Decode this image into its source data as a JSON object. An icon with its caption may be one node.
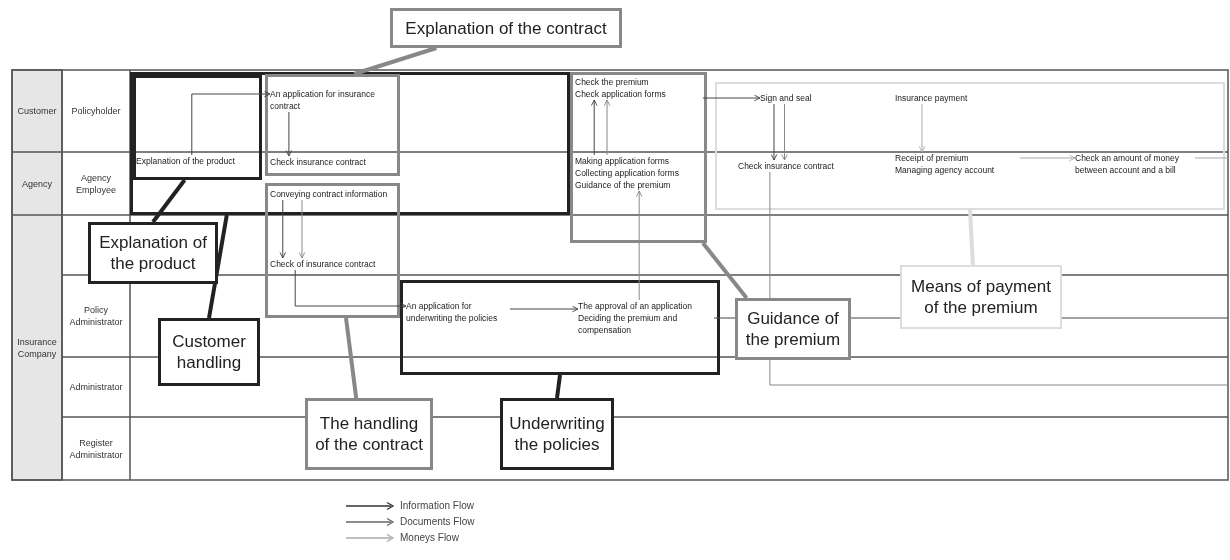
{
  "diagram": {
    "nodes": [
      {
        "text": [
          "Explanation of the contract"
        ]
      },
      {
        "text": [],
        "shape": "box"
      },
      {
        "text": [],
        "shape": "box",
        "in": 1
      },
      {
        "text": [
          "Explanation of the product"
        ],
        "in": 2
      },
      {
        "text": [],
        "shape": "box",
        "in": 1
      },
      {
        "text": [
          "An application for insurance contract"
        ],
        "in": 4
      },
      {
        "text": [
          "Check insurance contract"
        ],
        "in": 4
      },
      {
        "text": [],
        "shape": "box"
      },
      {
        "text": [
          "Conveying contract information"
        ]
      },
      {
        "text": [
          "Check of insurance contract"
        ],
        "in": 7
      },
      {
        "text": [],
        "shape": "box"
      },
      {
        "text": [
          "Check the premium",
          "Check application forms"
        ],
        "in": 10
      },
      {
        "text": [
          "Making application forms",
          "Collecting application forms",
          "Guidance of the premium"
        ],
        "in": 10
      },
      {
        "text": [],
        "shape": "box"
      },
      {
        "text": [
          "Sign and seal"
        ],
        "in": 13
      },
      {
        "text": [
          "Check insurance contract"
        ],
        "in": 13
      },
      {
        "text": [
          "Insurance payment"
        ],
        "in": 13
      },
      {
        "text": [
          "Receipt of premium",
          "Managing agency account"
        ],
        "in": 13
      },
      {
        "text": [
          "Check an amount of money between account and a bill"
        ],
        "in": 13
      },
      {
        "text": [],
        "shape": "box"
      },
      {
        "text": [
          "An application for underwriting the policies"
        ],
        "in": 19
      },
      {
        "text": [
          "The approval of an application",
          "Deciding the premium and compensation"
        ],
        "in": 19
      },
      {
        "text": [
          "Explanation of the product"
        ]
      },
      {
        "text": [
          "Means of payment of the premium"
        ]
      },
      {
        "text": [
          "Customer handling"
        ]
      },
      {
        "text": [
          "Guidance of the premium"
        ]
      },
      {
        "text": [
          "The handling of the contract"
        ]
      },
      {
        "text": [
          "Underwriting the policies"
        ]
      }
    ],
    "edges": [
      {
        "from": 0,
        "to": 4,
        "arrow": "none",
        "style": "thick",
        "color": "#888888"
      },
      {
        "from": 22,
        "to": 2,
        "arrow": "none",
        "style": "thick",
        "color": "#222222"
      },
      {
        "from": 24,
        "to": 1,
        "arrow": "none",
        "style": "thick",
        "color": "#222222"
      },
      {
        "from": 23,
        "to": 13,
        "arrow": "none",
        "style": "thick",
        "color": "#dddddd"
      },
      {
        "from": 25,
        "to": 10,
        "arrow": "none",
        "style": "thick",
        "color": "#888888"
      },
      {
        "from": 26,
        "to": 7,
        "arrow": "none",
        "style": "thick",
        "color": "#888888"
      },
      {
        "from": 27,
        "to": 19,
        "arrow": "none",
        "style": "thick",
        "color": "#222222"
      },
      {
        "from": 3,
        "to": 5,
        "arrow": "to"
      },
      {
        "from": 5,
        "to": 6,
        "arrow": "to"
      },
      {
        "from": 8,
        "to": 9,
        "arrow": "to"
      },
      {
        "from": 8,
        "to": 9,
        "arrow": "to",
        "color": "#888888"
      },
      {
        "from": 9,
        "to": 20,
        "arrow": "to"
      },
      {
        "from": 20,
        "to": 21,
        "arrow": "to"
      },
      {
        "from": 21,
        "to": 12,
        "arrow": "to",
        "color": "#888888"
      },
      {
        "from": 12,
        "to": 11,
        "arrow": "to"
      },
      {
        "from": 12,
        "to": 11,
        "arrow": "to",
        "color": "#888888"
      },
      {
        "from": 11,
        "to": 14,
        "arrow": "to"
      },
      {
        "from": 14,
        "to": 15,
        "arrow": "to"
      },
      {
        "from": 14,
        "to": 15,
        "arrow": "to",
        "color": "#888888"
      },
      {
        "from": 16,
        "to": 17,
        "arrow": "to",
        "color": "#aaaaaa"
      },
      {
        "from": 17,
        "to": 18,
        "arrow": "to",
        "color": "#aaaaaa"
      },
      {
        "from": 18,
        "to": null,
        "arrow": "none",
        "color": "#aaaaaa"
      },
      {
        "from": 21,
        "to": null,
        "arrow": "none"
      },
      {
        "from": 15,
        "to": null,
        "arrow": "none",
        "color": "#888888"
      }
    ],
    "labels": [
      "Customer",
      "Policyholder",
      "Agency",
      "Agency Employee",
      "Insurance Company",
      "Policy Administrator",
      "Administrator",
      "Register Administrator"
    ],
    "legend": [
      {
        "text": "Information Flow"
      },
      {
        "text": "Documents Flow"
      },
      {
        "text": "Moneys Flow"
      }
    ]
  }
}
